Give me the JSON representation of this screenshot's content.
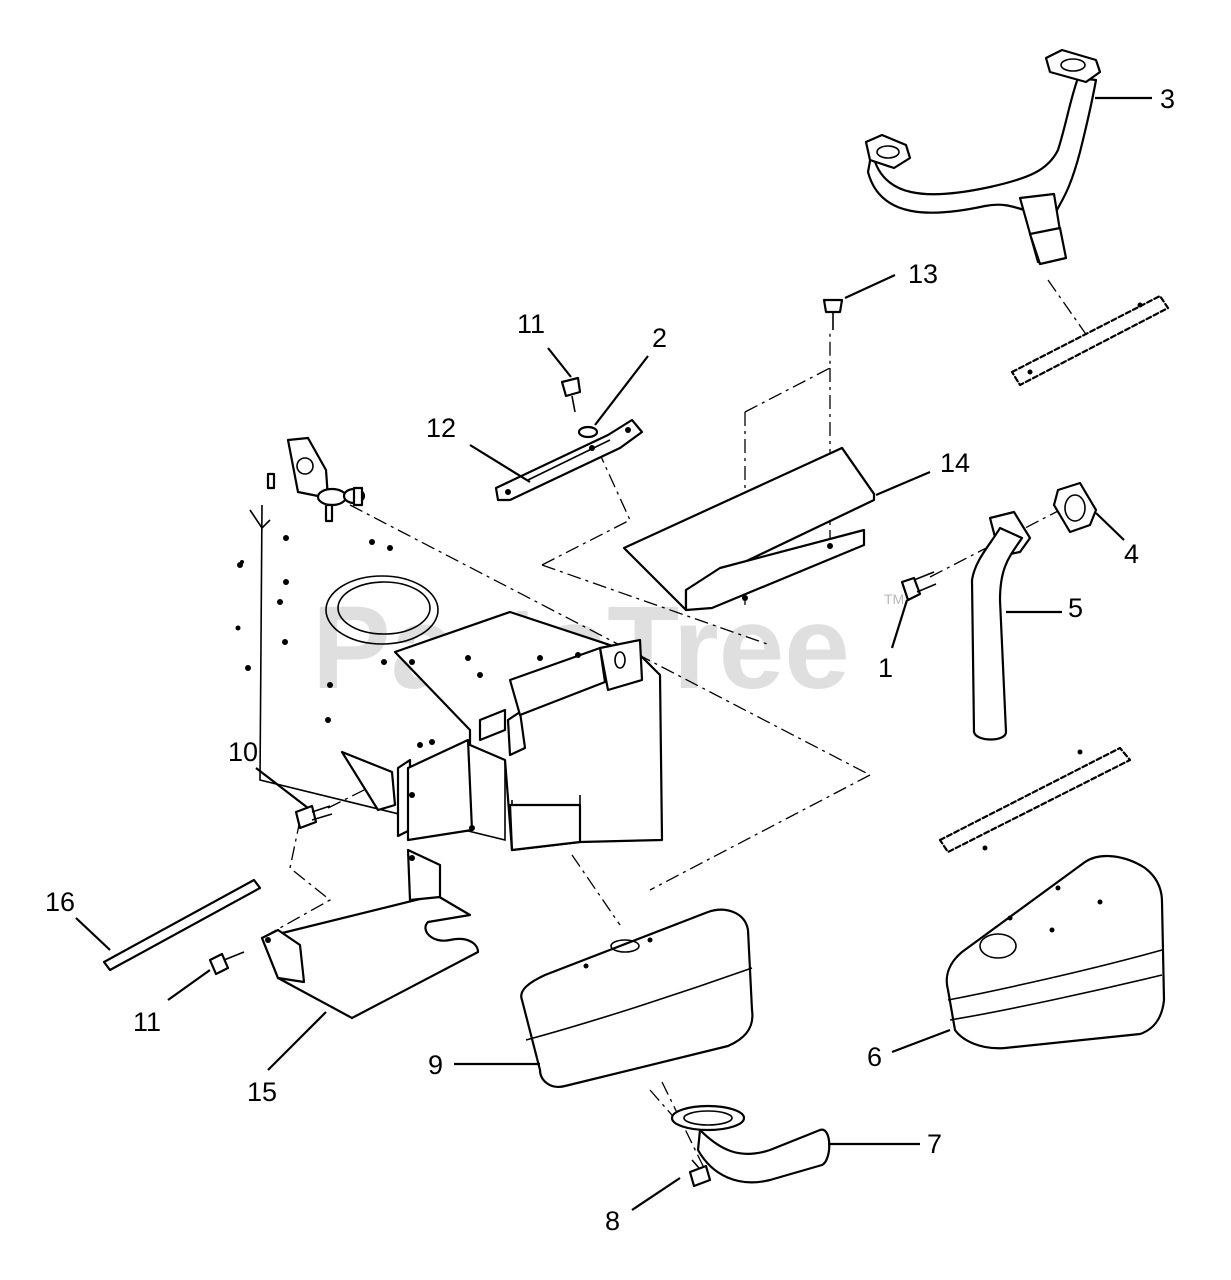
{
  "watermark": {
    "text": "PartsTree",
    "trademark": "TM"
  },
  "callouts": {
    "c1": "1",
    "c2": "2",
    "c3": "3",
    "c4": "4",
    "c5": "5",
    "c6": "6",
    "c7": "7",
    "c8": "8",
    "c9": "9",
    "c10": "10",
    "c11a": "11",
    "c11b": "11",
    "c12": "12",
    "c13": "13",
    "c14": "14",
    "c15": "15",
    "c16": "16"
  }
}
